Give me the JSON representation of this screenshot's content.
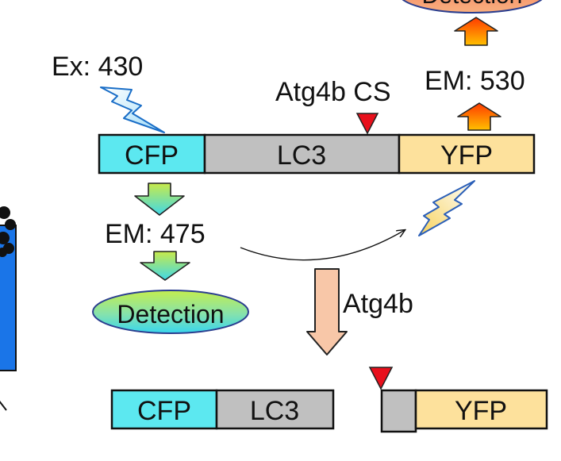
{
  "excitation": {
    "label": "Ex: 430"
  },
  "cleavage_site": {
    "label": "Atg4b CS"
  },
  "fret_emission": {
    "label": "EM: 530"
  },
  "cfp_emission": {
    "label": "EM: 475"
  },
  "enzyme": {
    "label": "Atg4b"
  },
  "detection_cfp": {
    "label": "Detection"
  },
  "detection_yfp": {
    "label": "Detection"
  },
  "construct": {
    "cfp": "CFP",
    "lc3": "LC3",
    "yfp": "YFP"
  },
  "products": {
    "cfp": "CFP",
    "lc3": "LC3",
    "yfp": "YFP"
  },
  "colors": {
    "cfp": "#5ce8f0",
    "lc3": "#c0c0c0",
    "yfp": "#fde19c",
    "cleavage_marker": "#e8101c",
    "up_arrow": "#ff6a00",
    "cleavage_arrow": "#f8c7a8",
    "side_bar": "#1a75e8"
  }
}
